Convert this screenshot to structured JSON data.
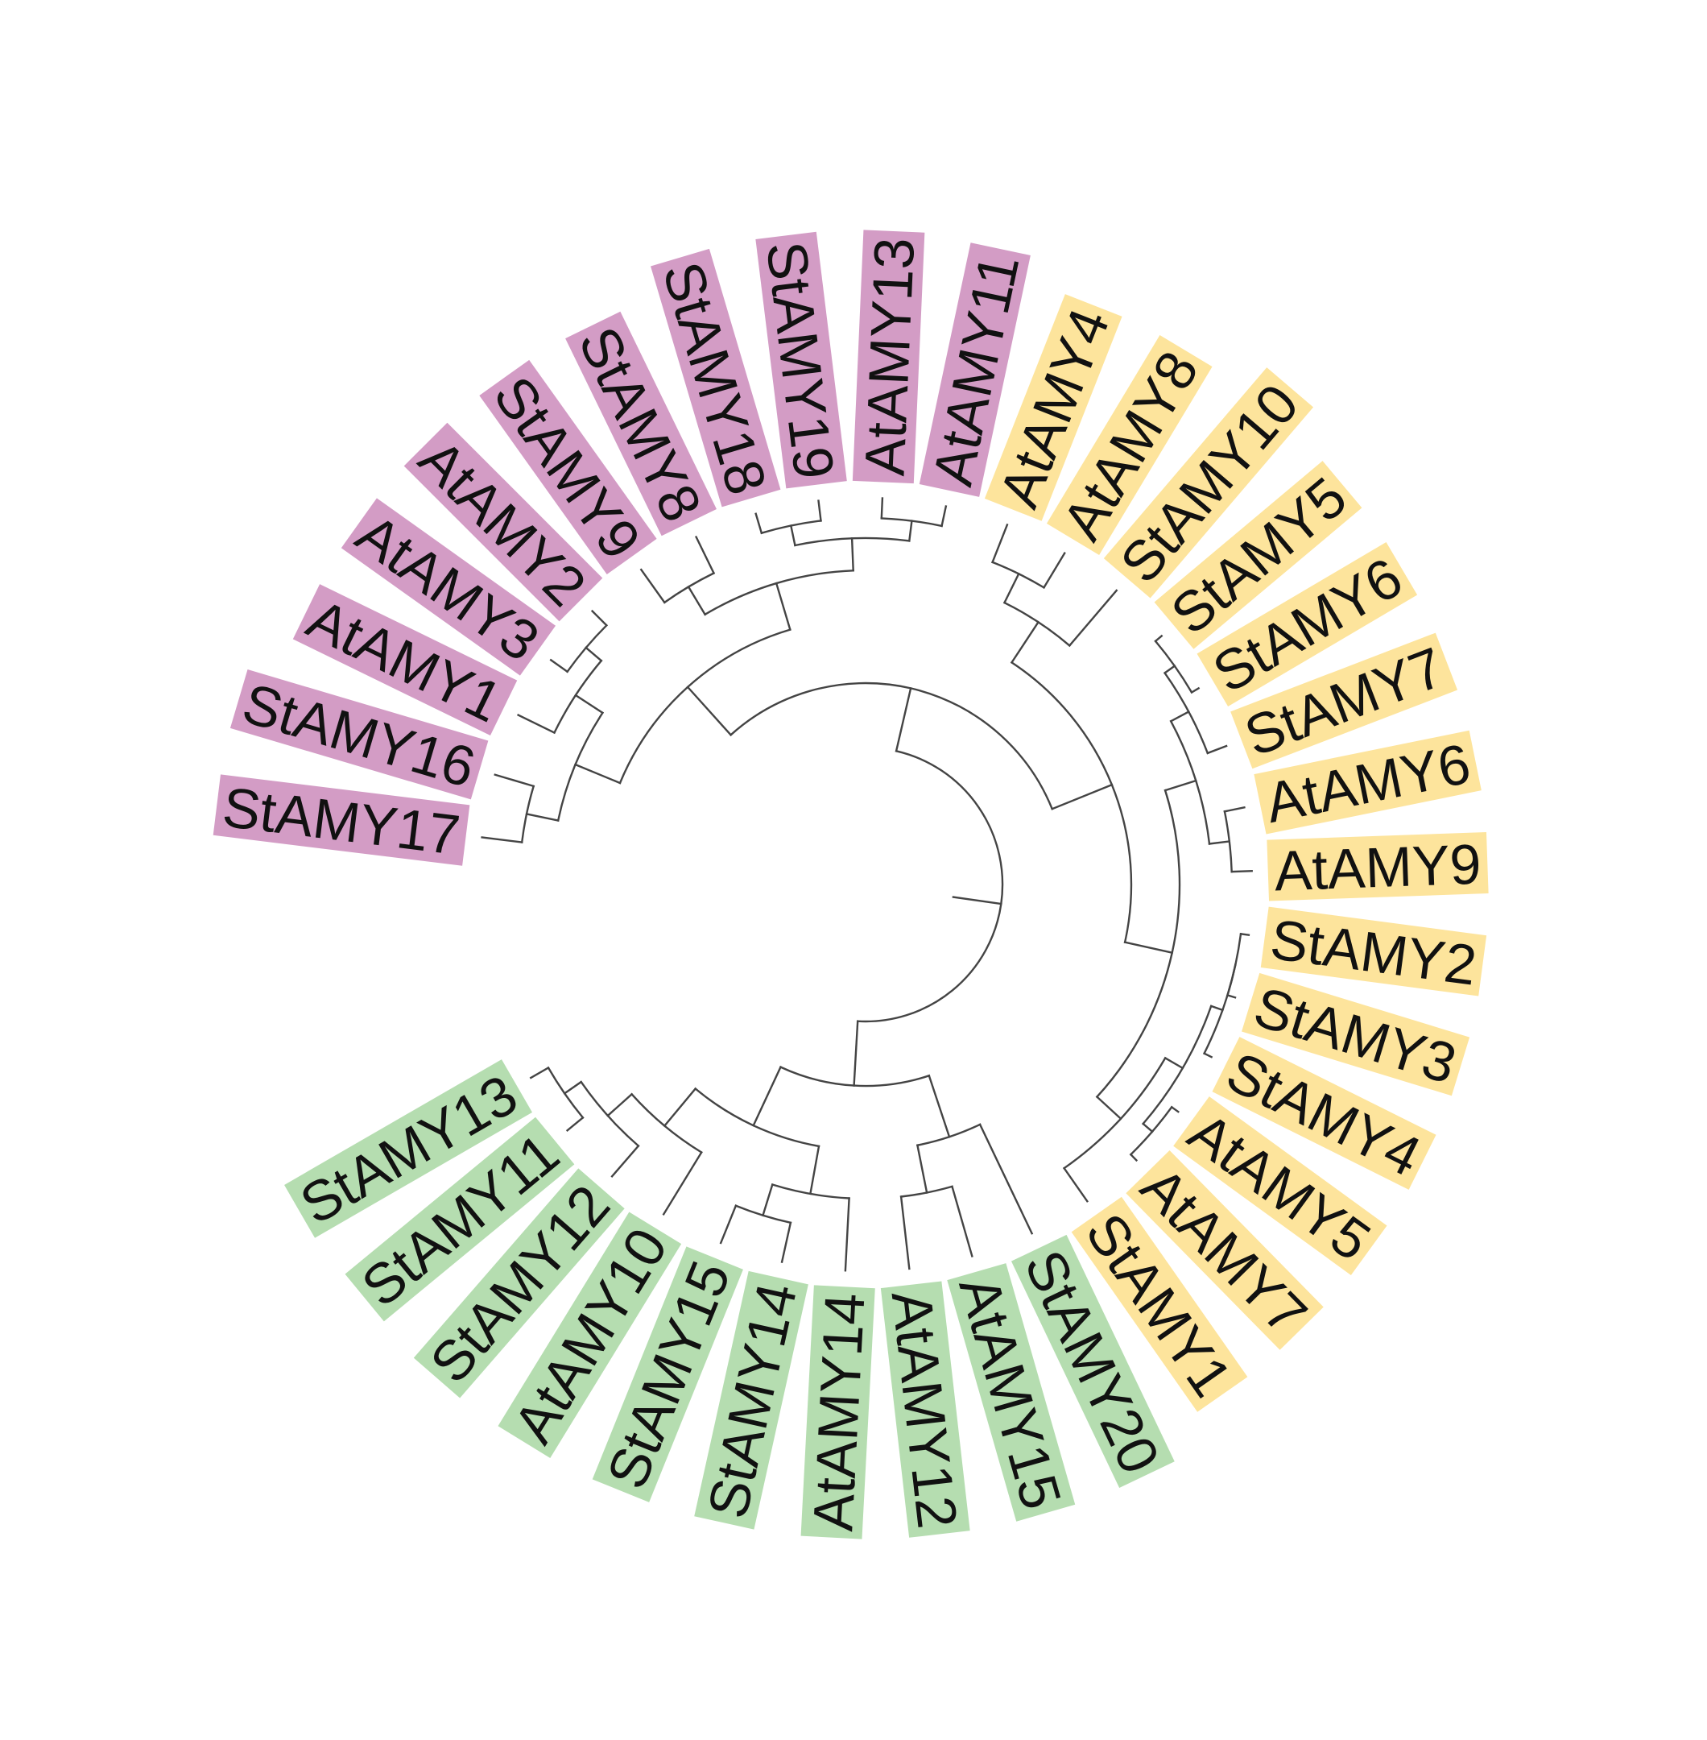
{
  "colors": {
    "group_green": "#b5ddb0",
    "group_pink": "#d39cc5",
    "group_yellow": "#fde49c",
    "branch": "#444444",
    "text": "#111111"
  },
  "tree": {
    "children": [
      {
        "children": [
          {
            "children": [
              {
                "children": [
                  {
                    "children": [
                      {
                        "label": "StAMY17",
                        "group": "pink"
                      },
                      {
                        "label": "StAMY16",
                        "group": "pink"
                      }
                    ]
                  },
                  {
                    "children": [
                      {
                        "label": "AtAMY1",
                        "group": "pink"
                      },
                      {
                        "children": [
                          {
                            "label": "AtAMY3",
                            "group": "pink"
                          },
                          {
                            "label": "AtAMY2",
                            "group": "pink"
                          }
                        ]
                      }
                    ]
                  }
                ]
              },
              {
                "children": [
                  {
                    "children": [
                      {
                        "label": "StAMY9",
                        "group": "pink"
                      },
                      {
                        "label": "StAMY8",
                        "group": "pink"
                      }
                    ]
                  },
                  {
                    "children": [
                      {
                        "children": [
                          {
                            "label": "StAMY18",
                            "group": "pink"
                          },
                          {
                            "label": "StAMY19",
                            "group": "pink"
                          }
                        ]
                      },
                      {
                        "children": [
                          {
                            "label": "AtAMY13",
                            "group": "pink"
                          },
                          {
                            "label": "AtAMY11",
                            "group": "pink"
                          }
                        ]
                      }
                    ]
                  }
                ]
              }
            ]
          },
          {
            "children": [
              {
                "children": [
                  {
                    "children": [
                      {
                        "label": "AtAMY4",
                        "group": "yellow"
                      },
                      {
                        "label": "AtAMY8",
                        "group": "yellow"
                      }
                    ]
                  },
                  {
                    "label": "StAMY10",
                    "group": "yellow"
                  }
                ]
              },
              {
                "children": [
                  {
                    "children": [
                      {
                        "children": [
                          {
                            "children": [
                              {
                                "label": "StAMY5",
                                "group": "yellow"
                              },
                              {
                                "label": "StAMY6",
                                "group": "yellow"
                              }
                            ]
                          },
                          {
                            "label": "StAMY7",
                            "group": "yellow"
                          }
                        ]
                      },
                      {
                        "children": [
                          {
                            "label": "AtAMY6",
                            "group": "yellow"
                          },
                          {
                            "label": "AtAMY9",
                            "group": "yellow"
                          }
                        ]
                      }
                    ]
                  },
                  {
                    "children": [
                      {
                        "children": [
                          {
                            "children": [
                              {
                                "children": [
                                  {
                                    "label": "StAMY2",
                                    "group": "yellow"
                                  },
                                  {
                                    "label": "StAMY3",
                                    "group": "yellow"
                                  }
                                ]
                              },
                              {
                                "label": "StAMY4",
                                "group": "yellow"
                              }
                            ]
                          },
                          {
                            "children": [
                              {
                                "label": "AtAMY5",
                                "group": "yellow"
                              },
                              {
                                "label": "AtAMY7",
                                "group": "yellow"
                              }
                            ]
                          }
                        ]
                      },
                      {
                        "label": "StAMY1",
                        "group": "yellow"
                      }
                    ]
                  }
                ]
              }
            ]
          }
        ]
      },
      {
        "children": [
          {
            "children": [
              {
                "label": "StAMY20",
                "group": "green"
              },
              {
                "children": [
                  {
                    "label": "AtAMY15",
                    "group": "green"
                  },
                  {
                    "label": "AtAMY12",
                    "group": "green"
                  }
                ]
              }
            ]
          },
          {
            "children": [
              {
                "children": [
                  {
                    "label": "AtAMY14",
                    "group": "green"
                  },
                  {
                    "children": [
                      {
                        "label": "StAMY14",
                        "group": "green"
                      },
                      {
                        "label": "StAMY15",
                        "group": "green"
                      }
                    ]
                  }
                ]
              },
              {
                "children": [
                  {
                    "label": "AtAMY10",
                    "group": "green"
                  },
                  {
                    "children": [
                      {
                        "label": "StAMY12",
                        "group": "green"
                      },
                      {
                        "children": [
                          {
                            "label": "StAMY11",
                            "group": "green"
                          },
                          {
                            "label": "StAMY13",
                            "group": "green"
                          }
                        ]
                      }
                    ]
                  }
                ]
              }
            ]
          }
        ]
      }
    ]
  }
}
